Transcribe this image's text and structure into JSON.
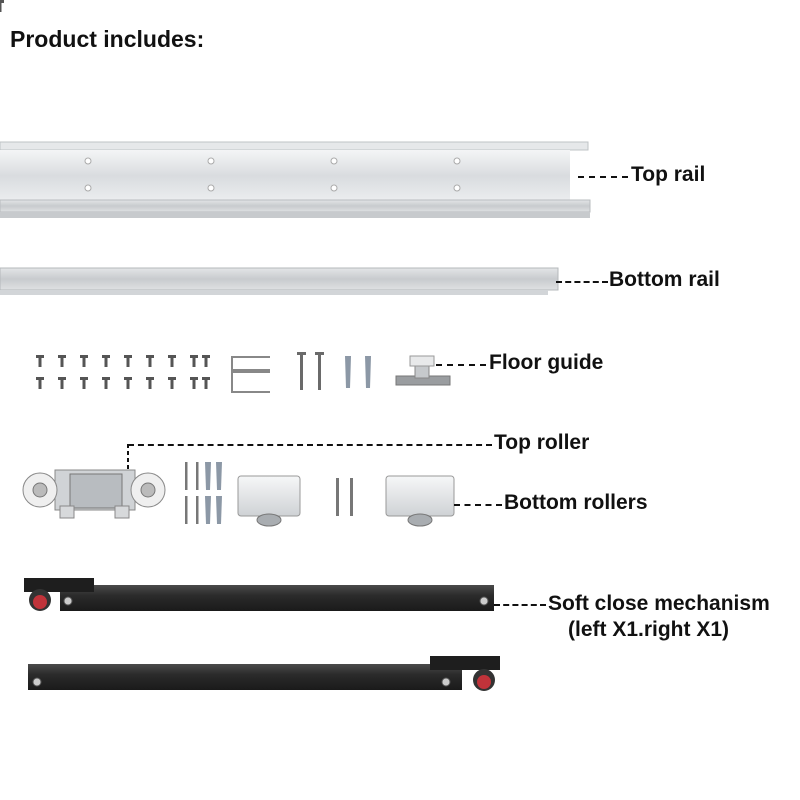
{
  "header": {
    "title": "Product includes:"
  },
  "parts": {
    "top_rail": "Top rail",
    "bottom_rail": "Bottom rail",
    "floor_guide": "Floor guide",
    "top_roller": "Top roller",
    "bottom_rollers": "Bottom rollers",
    "soft_close": "Soft close mechanism",
    "soft_close_qty": "(left X1.right X1)"
  },
  "colors": {
    "aluminum": "#d9dcdf",
    "mechanism": "#2b2b2b",
    "wheel_red": "#c0333a",
    "text": "#111111"
  }
}
